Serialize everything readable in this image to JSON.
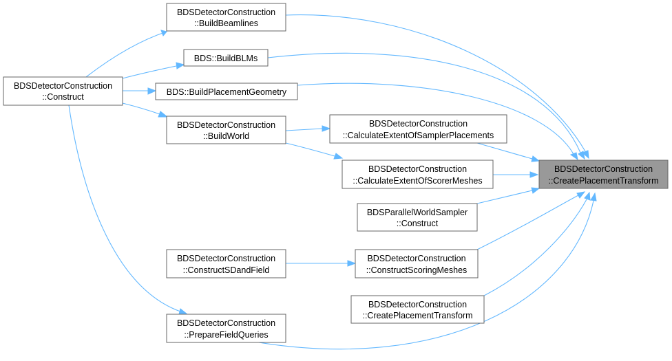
{
  "nodes": {
    "construct": {
      "line1": "BDSDetectorConstruction",
      "line2": "::Construct"
    },
    "build_beamlines": {
      "line1": "BDSDetectorConstruction",
      "line2": "::BuildBeamlines"
    },
    "build_blms": {
      "line1": "BDS::BuildBLMs"
    },
    "build_placement_geometry": {
      "line1": "BDS::BuildPlacementGeometry"
    },
    "build_world": {
      "line1": "BDSDetectorConstruction",
      "line2": "::BuildWorld"
    },
    "calc_extent_sampler": {
      "line1": "BDSDetectorConstruction",
      "line2": "::CalculateExtentOfSamplerPlacements"
    },
    "calc_extent_scorer": {
      "line1": "BDSDetectorConstruction",
      "line2": "::CalculateExtentOfScorerMeshes"
    },
    "parallel_world_sampler": {
      "line1": "BDSParallelWorldSampler",
      "line2": "::Construct"
    },
    "construct_sd_field": {
      "line1": "BDSDetectorConstruction",
      "line2": "::ConstructSDandField"
    },
    "construct_scoring_meshes": {
      "line1": "BDSDetectorConstruction",
      "line2": "::ConstructScoringMeshes"
    },
    "create_placement_transform_caller": {
      "line1": "BDSDetectorConstruction",
      "line2": "::CreatePlacementTransform"
    },
    "prepare_field_queries": {
      "line1": "BDSDetectorConstruction",
      "line2": "::PrepareFieldQueries"
    },
    "create_placement_transform_target": {
      "line1": "BDSDetectorConstruction",
      "line2": "::CreatePlacementTransform"
    }
  },
  "colors": {
    "edge": "#63b8ff",
    "node_border": "#666666",
    "focus_fill": "#999999"
  }
}
